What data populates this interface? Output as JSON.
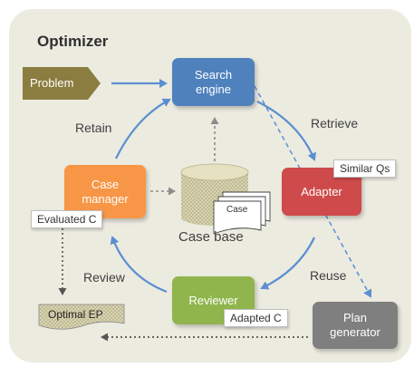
{
  "title": "Optimizer",
  "nodes": {
    "problem": "Problem",
    "search_engine": "Search\nengine",
    "case_manager": "Case\nmanager",
    "adapter": "Adapter",
    "reviewer": "Reviewer",
    "plan_generator": "Plan\ngenerator",
    "case_base": "Case base",
    "case_doc": "Case"
  },
  "edge_labels": {
    "retain": "Retain",
    "retrieve": "Retrieve",
    "review": "Review",
    "reuse": "Reuse"
  },
  "notes": {
    "similar_qs": "Similar Qs",
    "evaluated_c": "Evaluated C",
    "adapted_c": "Adapted C",
    "optimal_ep": "Optimal EP"
  },
  "colors": {
    "search_engine": "#4f81bd",
    "case_manager": "#f79646",
    "adapter": "#cf4a4a",
    "reviewer": "#8fb54c",
    "plan_generator": "#7f7f7f",
    "problem": "#8b7d3f",
    "arrow": "#5b8fd0"
  }
}
